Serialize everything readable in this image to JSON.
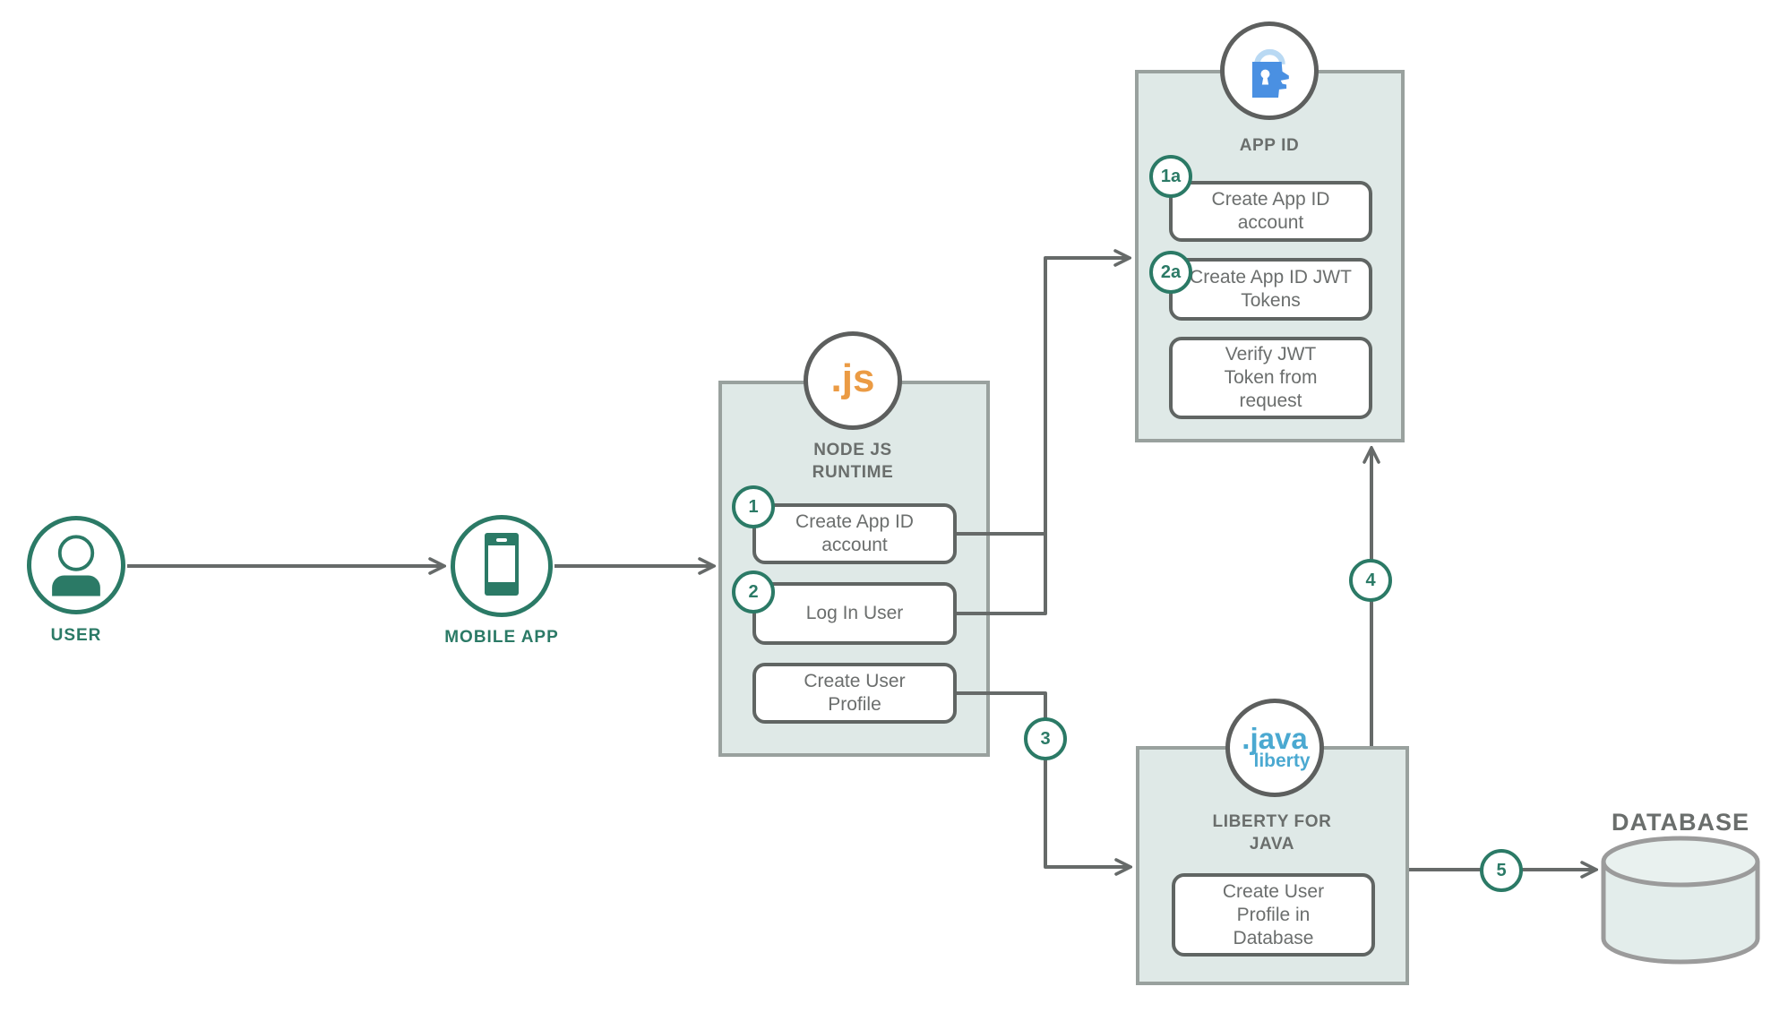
{
  "actors": {
    "user": {
      "label": "USER"
    },
    "mobile_app": {
      "label": "MOBILE APP"
    },
    "database": {
      "label": "DATABASE"
    }
  },
  "node_js_runtime": {
    "logo_text": ".js",
    "title_line1": "NODE JS",
    "title_line2": "RUNTIME",
    "steps": [
      {
        "badge": "1",
        "label": "Create App ID account"
      },
      {
        "badge": "2",
        "label": "Log In User"
      },
      {
        "badge": "",
        "label": "Create User Profile"
      }
    ]
  },
  "app_id": {
    "title": "APP ID",
    "steps": [
      {
        "badge": "1a",
        "label": "Create App ID account"
      },
      {
        "badge": "2a",
        "label": "Create App ID JWT Tokens"
      },
      {
        "badge": "",
        "label": "Verify JWT Token from request"
      }
    ]
  },
  "liberty_for_java": {
    "logo_line1": ".java",
    "logo_line2": "liberty",
    "title_line1": "LIBERTY FOR",
    "title_line2": "JAVA",
    "steps": [
      {
        "badge": "",
        "label": "Create User Profile in Database"
      }
    ]
  },
  "flow_badges": {
    "step3": "3",
    "step4": "4",
    "step5": "5"
  },
  "colors": {
    "green": "#2b7a66",
    "wire_gray": "#666a69",
    "box_fill": "#dfe9e7",
    "box_border": "#99a19e",
    "button_border": "#606563",
    "text_gray": "#6b6e6d",
    "js_orange": "#eb9b44",
    "appid_blue": "#4a90e2",
    "appid_blue_light": "#b9d9f3",
    "liberty_blue": "#4ba9d1"
  }
}
